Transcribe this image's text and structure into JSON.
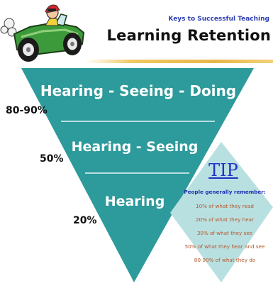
{
  "header": {
    "subtitle": "Keys to Successful Teaching",
    "title": "Learning Retention"
  },
  "pyramid": {
    "levels": [
      {
        "label": "Hearing - Seeing - Doing",
        "percent": "80-90%"
      },
      {
        "label": "Hearing - Seeing",
        "percent": "50%"
      },
      {
        "label": "Hearing",
        "percent": "20%"
      }
    ]
  },
  "tip": {
    "word": "TIP",
    "heading": "People generally remember:",
    "lines": [
      "10% of what they read",
      "20% of what they hear",
      "30% of what they see",
      "50% of what they hear and see",
      "80-90% of what they do"
    ]
  },
  "colors": {
    "pyramid_fill": "#2d9a9b",
    "pyramid_divider": "#e6f6f6",
    "tip_diamond": "#b9e0e1",
    "tip_word": "#2030c8",
    "tip_text": "#b4562a",
    "car_body": "#3d9a3a",
    "header_rule": "#e9b64a"
  }
}
